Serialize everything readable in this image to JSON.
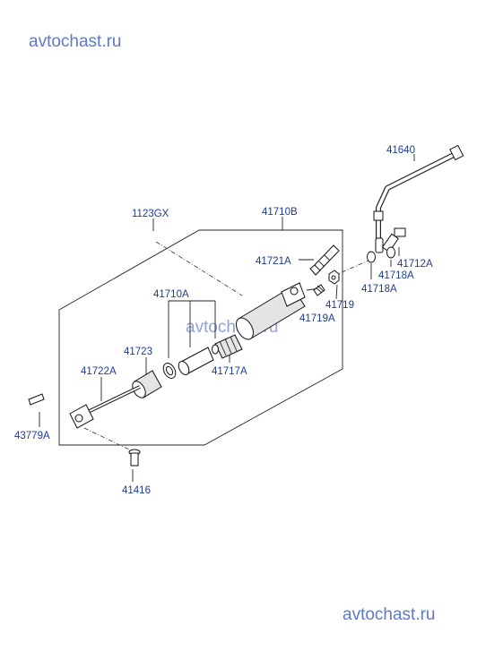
{
  "watermark": "avtochast.ru",
  "labels": {
    "l41640": "41640",
    "l1123GX": "1123GX",
    "l41710B": "41710B",
    "l41712A": "41712A",
    "l41721A": "41721A",
    "l41718A_1": "41718A",
    "l41718A_2": "41718A",
    "l41719": "41719",
    "l41719A": "41719A",
    "l41710A": "41710A",
    "l41723": "41723",
    "l41717A": "41717A",
    "l41722A": "41722A",
    "l43779A": "43779A",
    "l41416": "41416"
  }
}
